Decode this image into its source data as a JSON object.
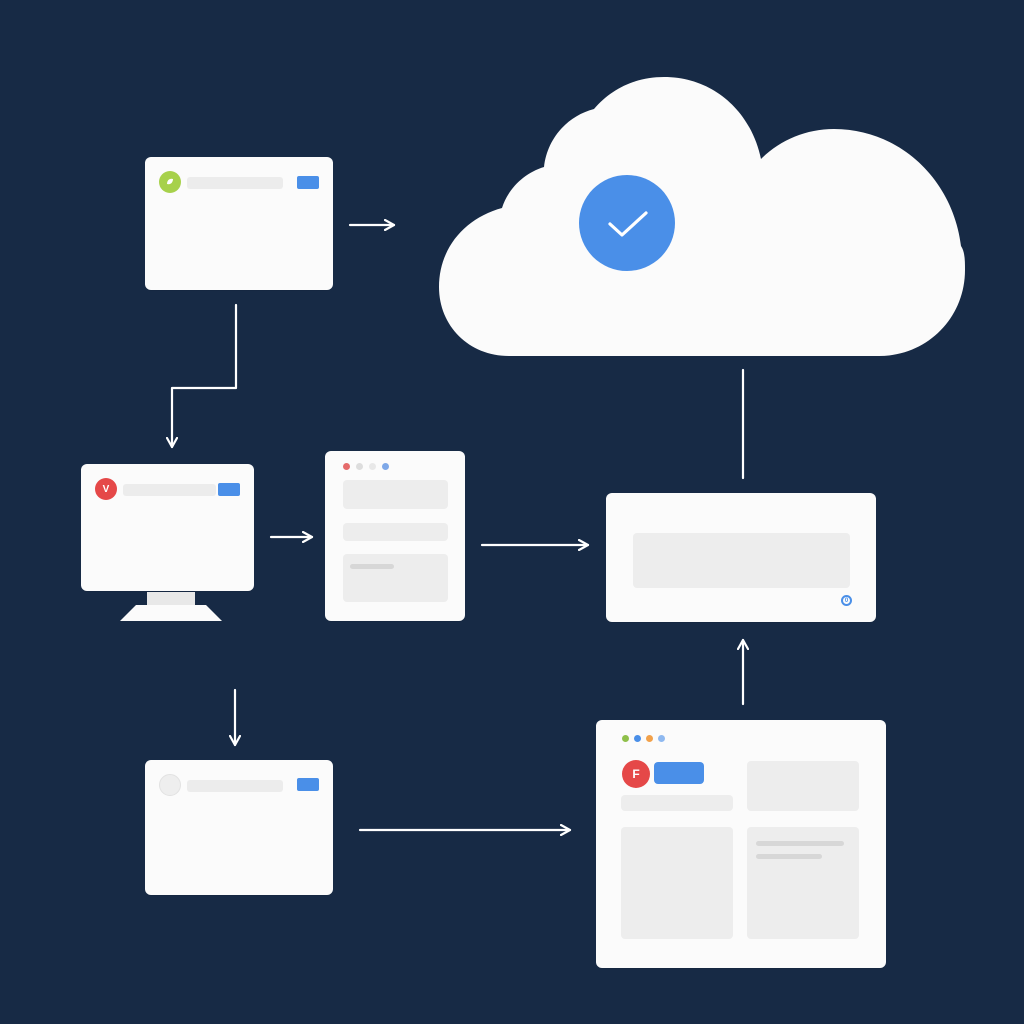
{
  "diagram": {
    "theme": {
      "background": "#172a45",
      "panel": "#fbfbfb",
      "muted": "#ededed",
      "accent_blue": "#4a8fe8",
      "accent_red": "#e54848",
      "accent_green": "#a7d14b",
      "accent_orange": "#f2a14a"
    },
    "labels": {
      "monitor_badge": "V",
      "browser_badge": "F",
      "service_badge": "0"
    },
    "icons": {
      "cloud": "cloud-icon",
      "check": "check-icon",
      "monitor": "monitor-icon",
      "arrow": "arrow-icon"
    }
  }
}
